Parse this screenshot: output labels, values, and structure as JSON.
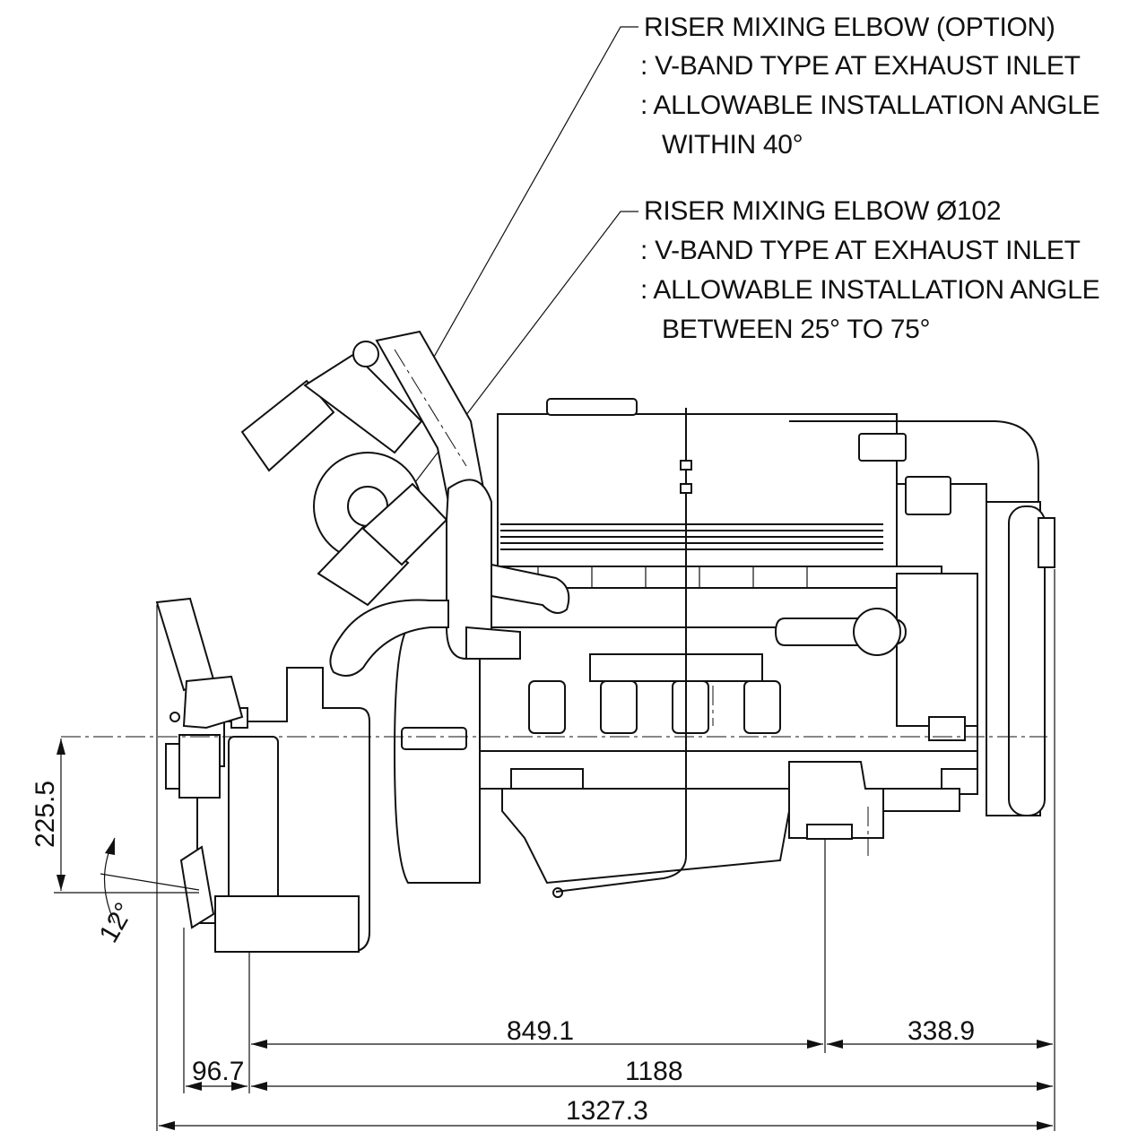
{
  "annotations": {
    "elbow_option": {
      "title": "RISER MIXING ELBOW (OPTION)",
      "line1": ": V-BAND TYPE AT EXHAUST INLET",
      "line2": ": ALLOWABLE INSTALLATION ANGLE",
      "line3": "WITHIN 40°"
    },
    "elbow_102": {
      "title": "RISER MIXING ELBOW Ø102",
      "line1": ": V-BAND TYPE AT EXHAUST INLET",
      "line2": ": ALLOWABLE INSTALLATION ANGLE",
      "line3": "BETWEEN 25° TO 75°"
    }
  },
  "dimensions": {
    "height_crank": "225.5",
    "angle": "12°",
    "flywheel_to_mount": "849.1",
    "mount_to_front": "338.9",
    "flange": "96.7",
    "body_length": "1188",
    "overall_length": "1327.3"
  }
}
